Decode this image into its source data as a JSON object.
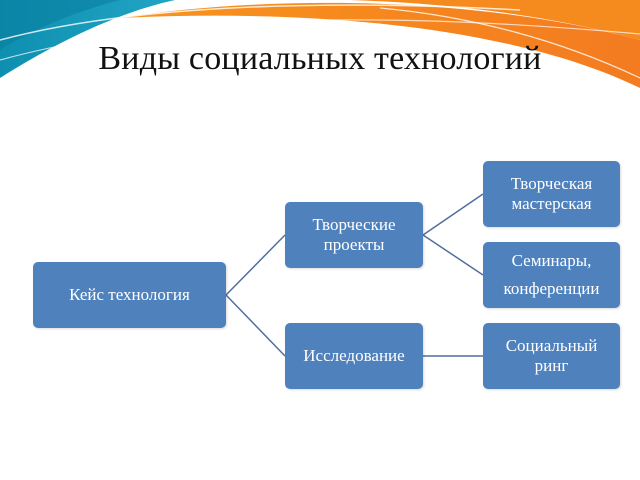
{
  "slide": {
    "title": "Виды социальных технологий",
    "colors": {
      "node": "#4f81bd",
      "connector": "#4f6f9f",
      "accent_orange": "#f58220",
      "accent_teal": "#1a9bb0"
    }
  },
  "diagram": {
    "nodes": {
      "case": "Кейс технология",
      "projects": "Творческие проекты",
      "research": "Исследование",
      "workshop": "Творческая мастерская",
      "seminars": "Семинары, конференции",
      "ring": "Социальный ринг"
    },
    "edges": [
      [
        "case",
        "projects"
      ],
      [
        "case",
        "research"
      ],
      [
        "projects",
        "workshop"
      ],
      [
        "projects",
        "seminars"
      ],
      [
        "research",
        "ring"
      ]
    ]
  }
}
